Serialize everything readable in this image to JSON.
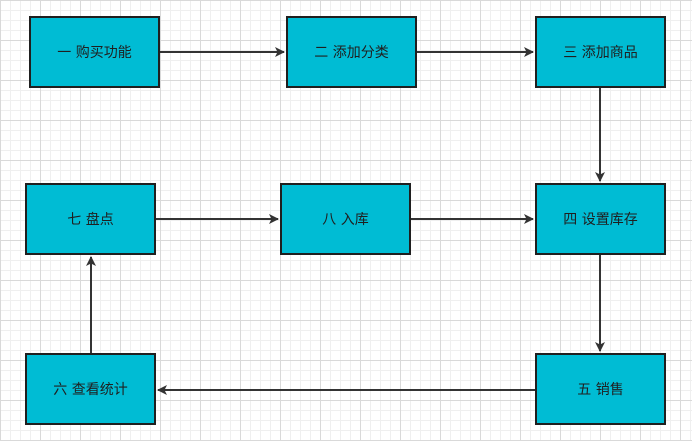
{
  "nodes": [
    {
      "id": "n1",
      "label": "一 购买功能"
    },
    {
      "id": "n2",
      "label": "二 添加分类"
    },
    {
      "id": "n3",
      "label": "三 添加商品"
    },
    {
      "id": "n4",
      "label": "四 设置库存"
    },
    {
      "id": "n5",
      "label": "五 销售"
    },
    {
      "id": "n6",
      "label": "六 查看统计"
    },
    {
      "id": "n7",
      "label": "七 盘点"
    },
    {
      "id": "n8",
      "label": "八 入库"
    }
  ],
  "edges": [
    {
      "from": "n1",
      "to": "n2"
    },
    {
      "from": "n2",
      "to": "n3"
    },
    {
      "from": "n3",
      "to": "n4"
    },
    {
      "from": "n4",
      "to": "n5"
    },
    {
      "from": "n5",
      "to": "n6"
    },
    {
      "from": "n6",
      "to": "n7"
    },
    {
      "from": "n7",
      "to": "n8"
    },
    {
      "from": "n8",
      "to": "n4"
    }
  ],
  "colors": {
    "node_fill": "#00bcd4",
    "node_border": "#1f1f1f",
    "edge": "#333333",
    "grid": "#d9d9d9"
  }
}
